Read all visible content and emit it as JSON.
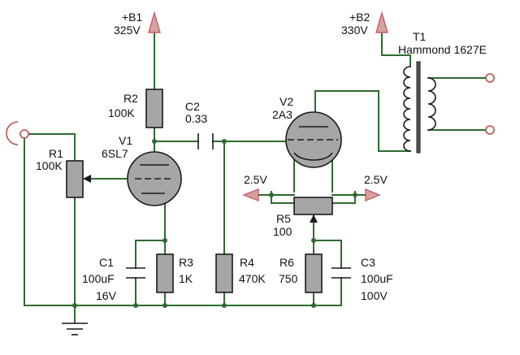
{
  "labels": {
    "b1_name": "+B1",
    "b1_value": "325V",
    "b2_name": "+B2",
    "b2_value": "330V",
    "t1_name": "T1",
    "t1_value": "Hammond 1627E",
    "r1_name": "R1",
    "r1_value": "100K",
    "r2_name": "R2",
    "r2_value": "100K",
    "c2_name": "C2",
    "c2_value": "0.33",
    "v1_name": "V1",
    "v1_value": "6SL7",
    "v2_name": "V2",
    "v2_value": "2A3",
    "bias_left": "2.5V",
    "bias_right": "2.5V",
    "r5_name": "R5",
    "r5_value": "100",
    "c1_name": "C1",
    "c1_value": "100uF",
    "c1_voltage": "16V",
    "r3_name": "R3",
    "r3_value": "1K",
    "r4_name": "R4",
    "r4_value": "470K",
    "r6_name": "R6",
    "r6_value": "750",
    "c3_name": "C3",
    "c3_value": "100uF",
    "c3_voltage": "100V"
  },
  "colors": {
    "wire": "#2e6b2e",
    "component_fill": "#a6a6a6",
    "arrow": "#c06060",
    "background": "#ffffff"
  }
}
